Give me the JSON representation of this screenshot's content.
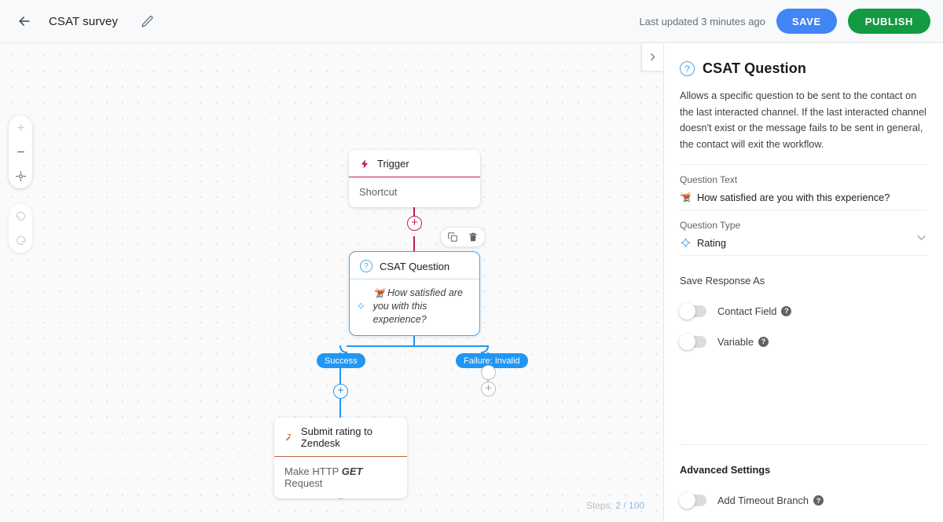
{
  "topbar": {
    "back_icon": "arrow-left-icon",
    "title": "CSAT survey",
    "edit_icon": "pencil-icon",
    "last_updated": "Last updated 3 minutes ago",
    "save_label": "SAVE",
    "publish_label": "PUBLISH",
    "save_color": "#4285f4",
    "publish_color": "#139a43"
  },
  "canvas": {
    "controls": {
      "zoom_in": "+",
      "zoom_out": "−",
      "fit_icon": "crosshair-icon",
      "undo_icon": "undo-icon",
      "redo_icon": "redo-icon"
    },
    "panel_toggle_icon": "chevron-right-icon",
    "steps_prefix": "Steps:",
    "steps_value": "2 / 100",
    "node_tools": {
      "copy_icon": "copy-icon",
      "delete_icon": "trash-icon"
    },
    "nodes": [
      {
        "id": "trigger",
        "icon": "lightning-icon",
        "title": "Trigger",
        "body": "Shortcut",
        "accent": "#c2185b"
      },
      {
        "id": "csat",
        "icon": "question-circle-icon",
        "title": "CSAT Question",
        "body_emoji": "🫕",
        "body": "How satisfied are you with this experience?",
        "accent": "#4aa3e8"
      },
      {
        "id": "zendesk",
        "icon": "zendesk-icon",
        "title": "Submit rating to Zendesk",
        "body_prefix": "Make HTTP",
        "body_verb": "GET",
        "body_suffix": "Request",
        "accent": "#c5633a"
      }
    ],
    "branches": [
      {
        "label": "Success",
        "color": "#2196f3"
      },
      {
        "label": "Failure: Invalid",
        "color": "#2196f3"
      }
    ],
    "add_buttons": [
      "add-step-trigger",
      "add-step-success",
      "add-step-failure",
      "add-step-zendesk"
    ]
  },
  "panel": {
    "icon": "question-circle-icon",
    "title": "CSAT Question",
    "description": "Allows a specific question to be sent to the contact on the last interacted channel. If the last interacted channel doesn't exist or the message fails to be sent in general, the contact will exit the workflow.",
    "question_text_label": "Question Text",
    "question_text_emoji": "🫕",
    "question_text_value": "How satisfied are you with this experience?",
    "question_type_label": "Question Type",
    "question_type_icon": "sparkle-icon",
    "question_type_value": "Rating",
    "question_type_chevron": "chevron-down-icon",
    "save_response_label": "Save Response As",
    "toggles": [
      {
        "name": "contact-field",
        "label": "Contact Field",
        "on": false,
        "help": "?"
      },
      {
        "name": "variable",
        "label": "Variable",
        "on": false,
        "help": "?"
      }
    ],
    "advanced_label": "Advanced Settings",
    "advanced_toggle": {
      "name": "add-timeout-branch",
      "label": "Add Timeout Branch",
      "on": false,
      "help": "?"
    }
  }
}
